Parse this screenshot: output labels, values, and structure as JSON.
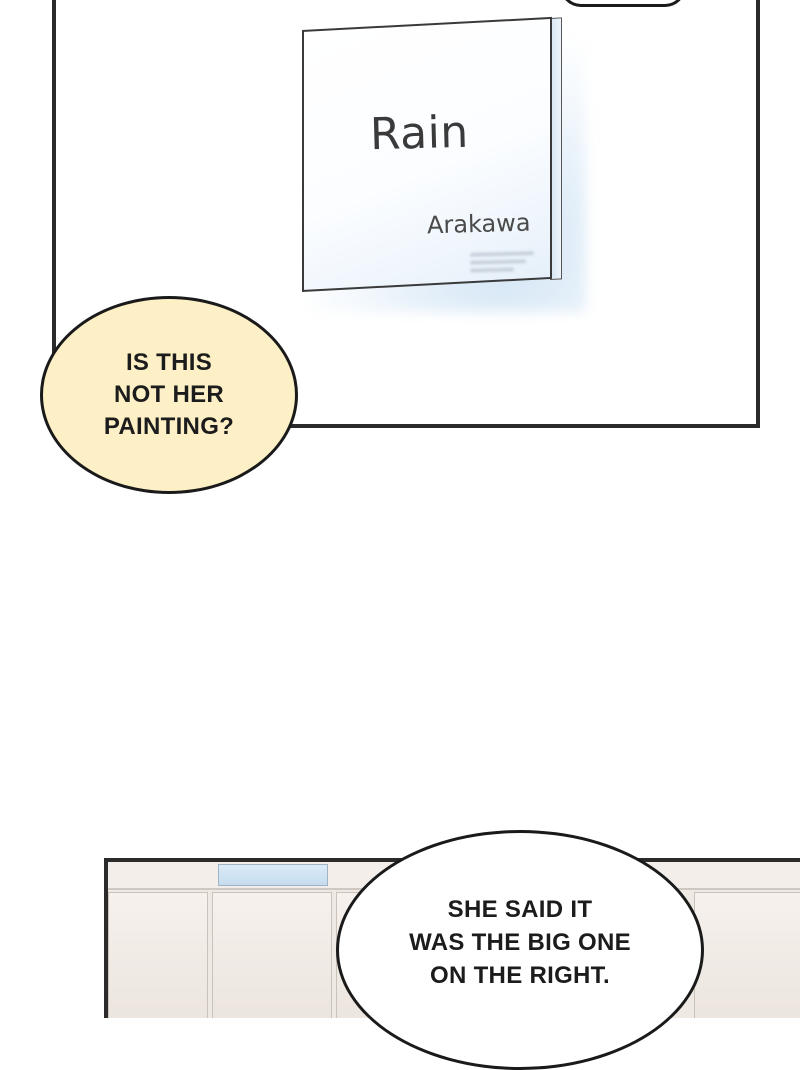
{
  "plaque": {
    "title": "Rain",
    "artist": "Arakawa"
  },
  "bubbles": {
    "top": {
      "lines": [
        "IS THIS",
        "NOT HER",
        "PAINTING?"
      ]
    },
    "bottom": {
      "lines": [
        "SHE SAID IT",
        "WAS THE BIG ONE",
        "ON THE RIGHT."
      ]
    }
  },
  "colors": {
    "panel_border": "#2b2b2b",
    "bubble_yellow_fill": "#fdf0c6",
    "bubble_white_fill": "#ffffff",
    "plaque_tint": "#e6f0fa"
  }
}
